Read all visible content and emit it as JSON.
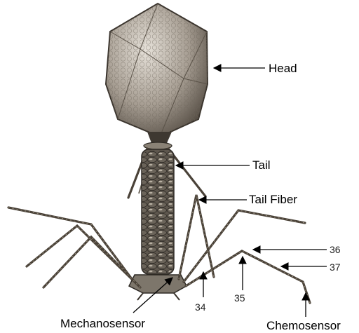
{
  "labels": {
    "head": "Head",
    "tail": "Tail",
    "tail_fiber": "Tail Fiber",
    "n36": "36",
    "n37": "37",
    "n34": "34",
    "n35": "35",
    "mechanosensor": "Mechanosensor",
    "chemosensor": "Chemosensor"
  },
  "colors": {
    "head_fill": "#8c8378",
    "head_light": "#d9d4cc",
    "tail_fill": "#5e574e",
    "fiber": "#4a4238"
  }
}
